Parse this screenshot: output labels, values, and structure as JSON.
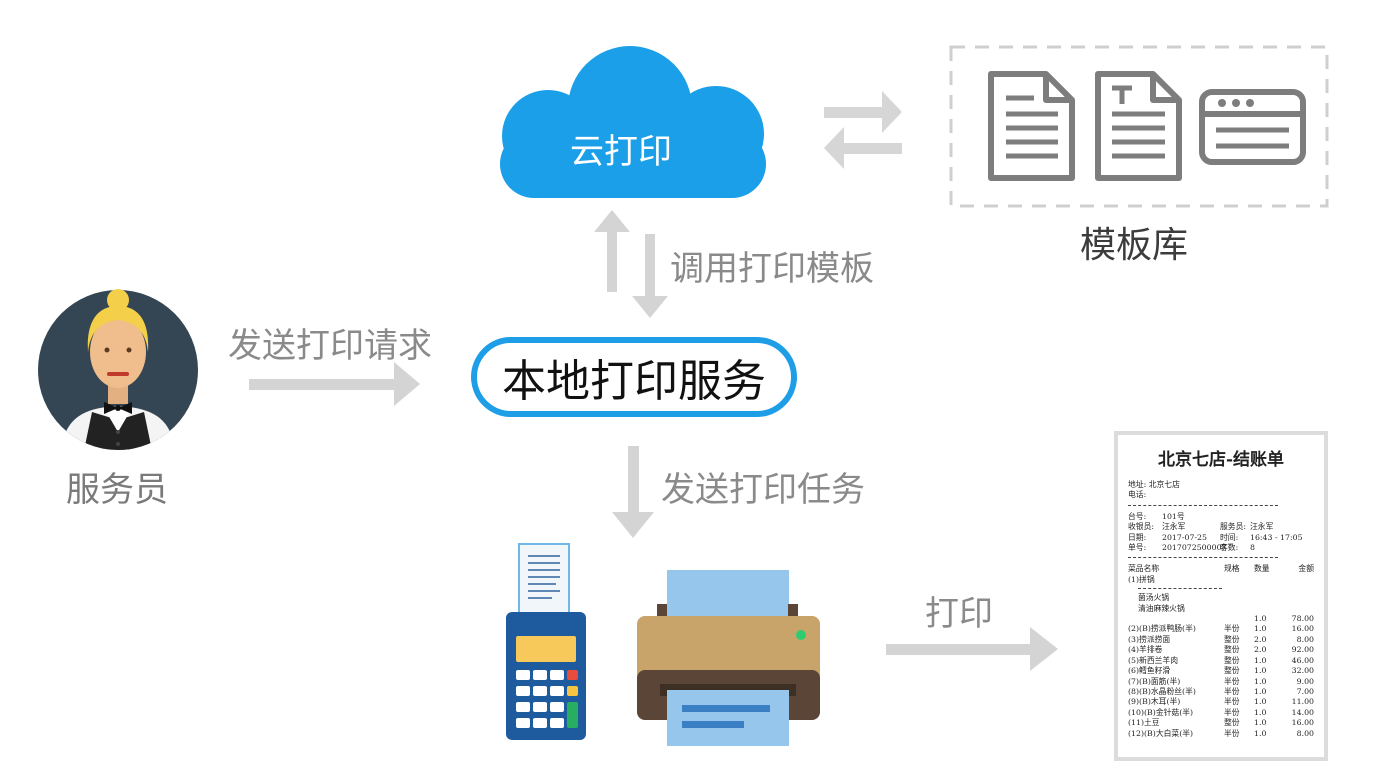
{
  "nodes": {
    "cloud": "云打印",
    "template_library": "模板库",
    "local_service": "本地打印服务",
    "waiter": "服务员"
  },
  "edges": {
    "call_template": "调用打印模板",
    "send_request": "发送打印请求",
    "send_task": "发送打印任务",
    "print": "打印"
  },
  "icons": [
    "document-icon",
    "text-document-icon",
    "browser-window-icon",
    "cloud-icon",
    "waiter-avatar-icon",
    "pos-terminal-icon",
    "printer-icon",
    "swap-arrows-icon"
  ],
  "colors": {
    "cloud": "#1a9fe8",
    "arrow": "#d4d4d4",
    "service_border": "#1f9ee8"
  },
  "receipt": {
    "title": "北京七店-结账单",
    "address_label": "地址:",
    "address": "北京七店",
    "phone_label": "电话:",
    "table_label": "台号:",
    "table": "101号",
    "cashier_label": "收银员:",
    "cashier": "汪永军",
    "server_label": "服务员:",
    "server": "汪永军",
    "date_label": "日期:",
    "date": "2017-07-25",
    "time_label": "时间:",
    "time": "16:43 - 17:05",
    "order_label": "单号:",
    "order": "2017072500007",
    "guests_label": "客数:",
    "guests": "8",
    "headers": [
      "菜品名称",
      "规格",
      "数量",
      "金额"
    ],
    "group": "(1)拼锅",
    "sub_items": [
      "菌汤火锅",
      "清油麻辣火锅"
    ],
    "rows": [
      [
        "",
        "",
        "1.0",
        "78.00"
      ],
      [
        "(2)(B)捞派鸭肠(半)",
        "半份",
        "1.0",
        "16.00"
      ],
      [
        "(3)捞派捞面",
        "整份",
        "2.0",
        "8.00"
      ],
      [
        "(4)羊排卷",
        "整份",
        "2.0",
        "92.00"
      ],
      [
        "(5)新西兰羊肉",
        "整份",
        "1.0",
        "46.00"
      ],
      [
        "(6)鳕鱼籽滑",
        "整份",
        "1.0",
        "32.00"
      ],
      [
        "(7)(B)面筋(半)",
        "半份",
        "1.0",
        "9.00"
      ],
      [
        "(8)(B)水晶粉丝(半)",
        "半份",
        "1.0",
        "7.00"
      ],
      [
        "(9)(B)木耳(半)",
        "半份",
        "1.0",
        "11.00"
      ],
      [
        "(10)(B)金针菇(半)",
        "半份",
        "1.0",
        "14.00"
      ],
      [
        "(11)土豆",
        "整份",
        "1.0",
        "16.00"
      ],
      [
        "(12)(B)大白菜(半)",
        "半份",
        "1.0",
        "8.00"
      ]
    ]
  }
}
